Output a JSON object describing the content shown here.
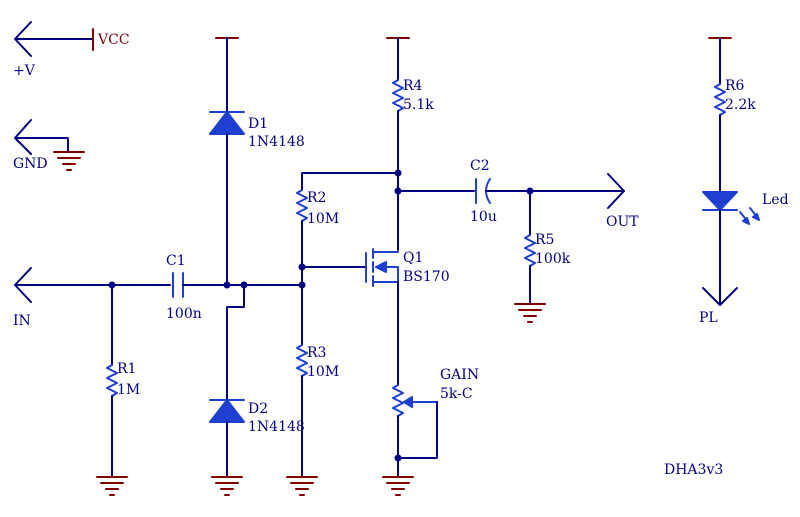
{
  "power": {
    "vplus_label": "+V",
    "vcc_label": "VCC",
    "gnd_label": "GND"
  },
  "ports": {
    "in": "IN",
    "out": "OUT",
    "pl": "PL"
  },
  "components": {
    "d1": {
      "ref": "D1",
      "value": "1N4148"
    },
    "d2": {
      "ref": "D2",
      "value": "1N4148"
    },
    "c1": {
      "ref": "C1",
      "value": "100n"
    },
    "c2": {
      "ref": "C2",
      "value": "10u"
    },
    "r1": {
      "ref": "R1",
      "value": "1M"
    },
    "r2": {
      "ref": "R2",
      "value": "10M"
    },
    "r3": {
      "ref": "R3",
      "value": "10M"
    },
    "r4": {
      "ref": "R4",
      "value": "5.1k"
    },
    "r5": {
      "ref": "R5",
      "value": "100k"
    },
    "r6": {
      "ref": "R6",
      "value": "2.2k"
    },
    "q1": {
      "ref": "Q1",
      "value": "BS170"
    },
    "gain": {
      "ref": "GAIN",
      "value": "5k-C"
    },
    "led": {
      "ref": "Led"
    }
  },
  "title": "DHA3v3",
  "colors": {
    "wire": "#000080",
    "power": "#800000",
    "part": "#1f3fd0",
    "background": "#ffffff"
  }
}
